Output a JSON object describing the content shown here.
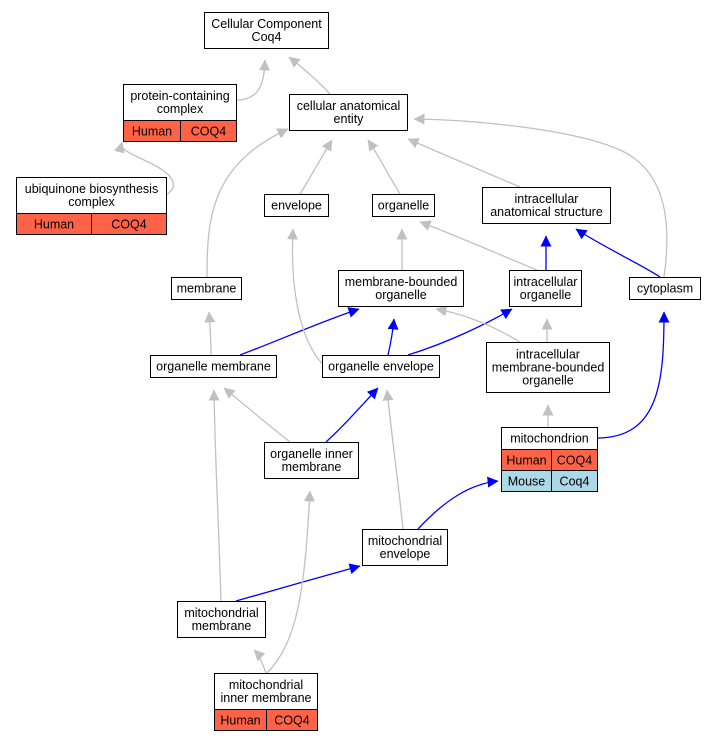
{
  "colors": {
    "gray_edge": "#c0c0c0",
    "blue_edge": "#0000ff",
    "human_cell": "#ff6347",
    "mouse_cell": "#add8e6"
  },
  "nodes": {
    "root": {
      "lines": [
        "Cellular Component",
        "Coq4"
      ]
    },
    "protein_containing_complex": {
      "lines": [
        "protein-containing",
        "complex"
      ],
      "rows": [
        [
          "Human",
          "COQ4"
        ]
      ]
    },
    "cellular_anatomical_entity": {
      "lines": [
        "cellular anatomical",
        "entity"
      ]
    },
    "ubiquinone_complex": {
      "lines": [
        "ubiquinone biosynthesis",
        "complex"
      ],
      "rows": [
        [
          "Human",
          "COQ4"
        ]
      ]
    },
    "envelope": {
      "lines": [
        "envelope"
      ]
    },
    "organelle": {
      "lines": [
        "organelle"
      ]
    },
    "intracellular_anatomical_structure": {
      "lines": [
        "intracellular",
        "anatomical structure"
      ]
    },
    "membrane": {
      "lines": [
        "membrane"
      ]
    },
    "membrane_bounded_organelle": {
      "lines": [
        "membrane-bounded",
        "organelle"
      ]
    },
    "intracellular_organelle": {
      "lines": [
        "intracellular",
        "organelle"
      ]
    },
    "cytoplasm": {
      "lines": [
        "cytoplasm"
      ]
    },
    "organelle_membrane": {
      "lines": [
        "organelle membrane"
      ]
    },
    "organelle_envelope": {
      "lines": [
        "organelle envelope"
      ]
    },
    "intracellular_mbo": {
      "lines": [
        "intracellular",
        "membrane-bounded",
        "organelle"
      ]
    },
    "mitochondrion": {
      "lines": [
        "mitochondrion"
      ],
      "rows": [
        [
          "Human",
          "COQ4"
        ],
        [
          "Mouse",
          "Coq4"
        ]
      ]
    },
    "organelle_inner_membrane": {
      "lines": [
        "organelle inner",
        "membrane"
      ]
    },
    "mitochondrial_envelope": {
      "lines": [
        "mitochondrial",
        "envelope"
      ]
    },
    "mitochondrial_membrane": {
      "lines": [
        "mitochondrial",
        "membrane"
      ]
    },
    "mitochondrial_inner_membrane": {
      "lines": [
        "mitochondrial",
        "inner membrane"
      ],
      "rows": [
        [
          "Human",
          "COQ4"
        ]
      ]
    }
  },
  "edges": [
    {
      "from": "protein_containing_complex",
      "to": "root",
      "kind": "gray"
    },
    {
      "from": "cellular_anatomical_entity",
      "to": "root",
      "kind": "gray"
    },
    {
      "from": "ubiquinone_complex",
      "to": "protein_containing_complex",
      "kind": "gray"
    },
    {
      "from": "envelope",
      "to": "cellular_anatomical_entity",
      "kind": "gray"
    },
    {
      "from": "organelle",
      "to": "cellular_anatomical_entity",
      "kind": "gray"
    },
    {
      "from": "intracellular_anatomical_structure",
      "to": "cellular_anatomical_entity",
      "kind": "gray"
    },
    {
      "from": "membrane",
      "to": "cellular_anatomical_entity",
      "kind": "gray"
    },
    {
      "from": "cytoplasm",
      "to": "cellular_anatomical_entity",
      "kind": "gray"
    },
    {
      "from": "membrane_bounded_organelle",
      "to": "organelle",
      "kind": "gray"
    },
    {
      "from": "intracellular_organelle",
      "to": "organelle",
      "kind": "gray"
    },
    {
      "from": "intracellular_organelle",
      "to": "intracellular_anatomical_structure",
      "kind": "blue"
    },
    {
      "from": "cytoplasm",
      "to": "intracellular_anatomical_structure",
      "kind": "blue"
    },
    {
      "from": "organelle_membrane",
      "to": "membrane",
      "kind": "gray"
    },
    {
      "from": "organelle_membrane",
      "to": "membrane_bounded_organelle",
      "kind": "blue"
    },
    {
      "from": "organelle_envelope",
      "to": "envelope",
      "kind": "gray"
    },
    {
      "from": "organelle_envelope",
      "to": "membrane_bounded_organelle",
      "kind": "blue"
    },
    {
      "from": "organelle_envelope",
      "to": "intracellular_organelle",
      "kind": "blue"
    },
    {
      "from": "intracellular_mbo",
      "to": "membrane_bounded_organelle",
      "kind": "gray"
    },
    {
      "from": "intracellular_mbo",
      "to": "intracellular_organelle",
      "kind": "gray"
    },
    {
      "from": "mitochondrion",
      "to": "intracellular_mbo",
      "kind": "gray"
    },
    {
      "from": "mitochondrion",
      "to": "cytoplasm",
      "kind": "blue"
    },
    {
      "from": "organelle_inner_membrane",
      "to": "organelle_membrane",
      "kind": "gray"
    },
    {
      "from": "organelle_inner_membrane",
      "to": "organelle_envelope",
      "kind": "blue"
    },
    {
      "from": "mitochondrial_envelope",
      "to": "organelle_envelope",
      "kind": "gray"
    },
    {
      "from": "mitochondrial_envelope",
      "to": "mitochondrion",
      "kind": "blue"
    },
    {
      "from": "mitochondrial_membrane",
      "to": "organelle_membrane",
      "kind": "gray"
    },
    {
      "from": "mitochondrial_membrane",
      "to": "mitochondrial_envelope",
      "kind": "blue"
    },
    {
      "from": "mitochondrial_inner_membrane",
      "to": "mitochondrial_membrane",
      "kind": "gray"
    },
    {
      "from": "mitochondrial_inner_membrane",
      "to": "organelle_inner_membrane",
      "kind": "gray"
    }
  ]
}
